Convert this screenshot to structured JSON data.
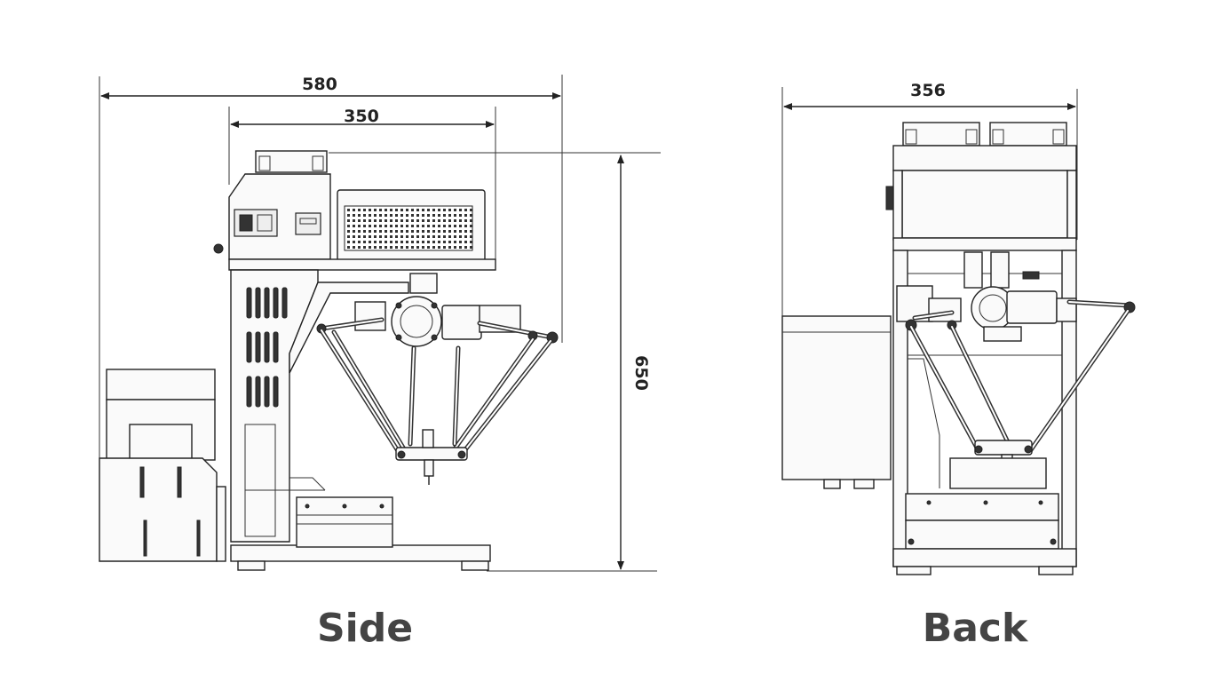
{
  "dimensions": {
    "side_overall_width": "580",
    "side_inner_width": "350",
    "side_height": "650",
    "back_width": "356"
  },
  "captions": {
    "side": "Side",
    "back": "Back"
  },
  "colors": {
    "line": "#222222",
    "caption": "#444444",
    "background": "#ffffff"
  }
}
